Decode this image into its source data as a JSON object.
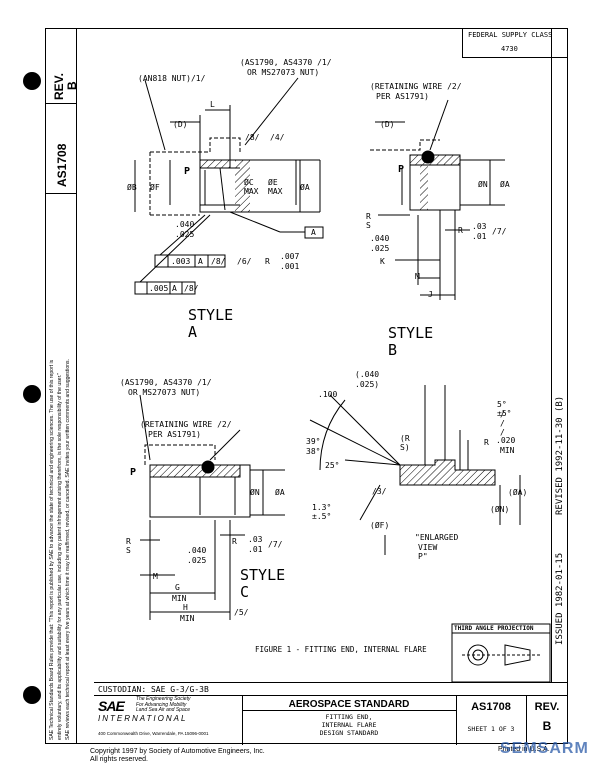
{
  "header": {
    "federal_supply_class_label": "FEDERAL SUPPLY CLASS",
    "federal_supply_class_value": "4730"
  },
  "side": {
    "rev_label": "REV.",
    "rev_value": "B",
    "doc_number": "AS1708",
    "legal_line1": "SAE Technical Standards Board Rules provide that: \"This report is published by SAE to advance the state of technical and engineering sciences. The use of this report is",
    "legal_line2": "entirely voluntary, and its applicability and suitability for any particular use, including any patent infringement arising therefrom, is the sole responsibility of the user.\"",
    "legal_line3": "SAE reviews each technical report at least every five years at which time it may be reaffirmed, revised, or cancelled. SAE invites your written comments and suggestions.",
    "issued": "ISSUED  1982-01-15",
    "revised": "REVISED  1992-11-30  (B)"
  },
  "style_a": {
    "callout_nut": "(AN818 NUT)/1/",
    "callout_nut2_line1": "(AS1790, AS4370 /1/",
    "callout_nut2_line2": "OR MS27073 NUT)",
    "dim_d": "(D)",
    "dim_l": "L",
    "note_8": "/8/",
    "note_4": "/4/",
    "p_label": "P",
    "dim_b": "ØB",
    "dim_f": "ØF",
    "dim_c": "ØC",
    "dim_c2": "MAX",
    "dim_e": "ØE",
    "dim_e2": "MAX",
    "dim_a": "ØA",
    "tol_040": ".040",
    "tol_025": ".025",
    "datum_a": "A",
    "fcf1_val": ".003",
    "fcf1_ref": "A",
    "fcf1_note": "/8/",
    "note_6": "/6/",
    "r_label": "R",
    "r_val1": ".007",
    "r_val2": ".001",
    "fcf2_val": ".005",
    "fcf2_ref": "A",
    "fcf2_note": "/8/",
    "title": "STYLE  A"
  },
  "style_b": {
    "retaining_line1": "(RETAINING WIRE   /2/",
    "retaining_line2": "PER AS1791)",
    "dim_d": "(D)",
    "p_label": "P",
    "dim_n": "ØN",
    "dim_a": "ØA",
    "rs": "R S",
    "r_label": "R",
    "r_val1": ".03",
    "r_val2": ".01",
    "note_7": "/7/",
    "tol_040": ".040",
    "tol_025": ".025",
    "k": "K",
    "m": "M",
    "j": "J",
    "title": "STYLE  B"
  },
  "style_c": {
    "nut_line1": "(AS1790, AS4370   /1/",
    "nut_line2": "OR MS27073 NUT)",
    "retaining_line1": "(RETAINING WIRE   /2/",
    "retaining_line2": "PER AS1791)",
    "p_label": "P",
    "dim_n": "ØN",
    "dim_a": "ØA",
    "rs": "R S",
    "tol_040": ".040",
    "tol_025": ".025",
    "r_label": "R",
    "r_val1": ".03",
    "r_val2": ".01",
    "note_7": "/7/",
    "m": "M",
    "g": "G",
    "g_min": "MIN",
    "h": "H",
    "h_min": "MIN",
    "note_5": "/5/",
    "title": "STYLE  C"
  },
  "enlarged": {
    "tol_040": "(.040",
    "tol_025": " .025)",
    "val_100": ".100",
    "angle_39": "39°",
    "angle_38": "38°",
    "angle_25": "25°",
    "angle_5": "5°±5°",
    "note_11": "/ / /",
    "rs": "(R S)",
    "r_label": "R",
    "r_020": ".020",
    "r_min": "MIN",
    "angle_13": "1.3°±.5°",
    "note_3": "/3/",
    "dim_f": "(ØF)",
    "dim_a": "(ØA)",
    "dim_n": "(ØN)",
    "title_line1": "\"ENLARGED",
    "title_line2": "VIEW P\""
  },
  "figure_caption": "FIGURE 1 - FITTING END, INTERNAL FLARE",
  "projection_label": "THIRD ANGLE PROJECTION",
  "title_block": {
    "custodian": "CUSTODIAN:   SAE G-3/G-3B",
    "sae_tagline1": "The Engineering Society",
    "sae_tagline2": "For Advancing Mobility",
    "sae_tagline3": "Land Sea Air and Space",
    "sae_logo": "SAE",
    "sae_international": "INTERNATIONAL",
    "sae_address": "400 Commonwealth Drive, Warrendale, PA 15096-0001",
    "main_title": "AEROSPACE STANDARD",
    "sub1": "FITTING END,",
    "sub2": "INTERNAL FLARE",
    "sub3": "DESIGN STANDARD",
    "doc_number": "AS1708",
    "sheet": "SHEET 1 OF 3",
    "rev_label": "REV.",
    "rev_value": "B"
  },
  "footer": {
    "copyright": "Copyright 1997 by Society of Automotive Engineers, Inc.",
    "rights": "All rights reserved.",
    "printed": "Printed in U.S.A.",
    "watermark": "SEMSARM"
  }
}
